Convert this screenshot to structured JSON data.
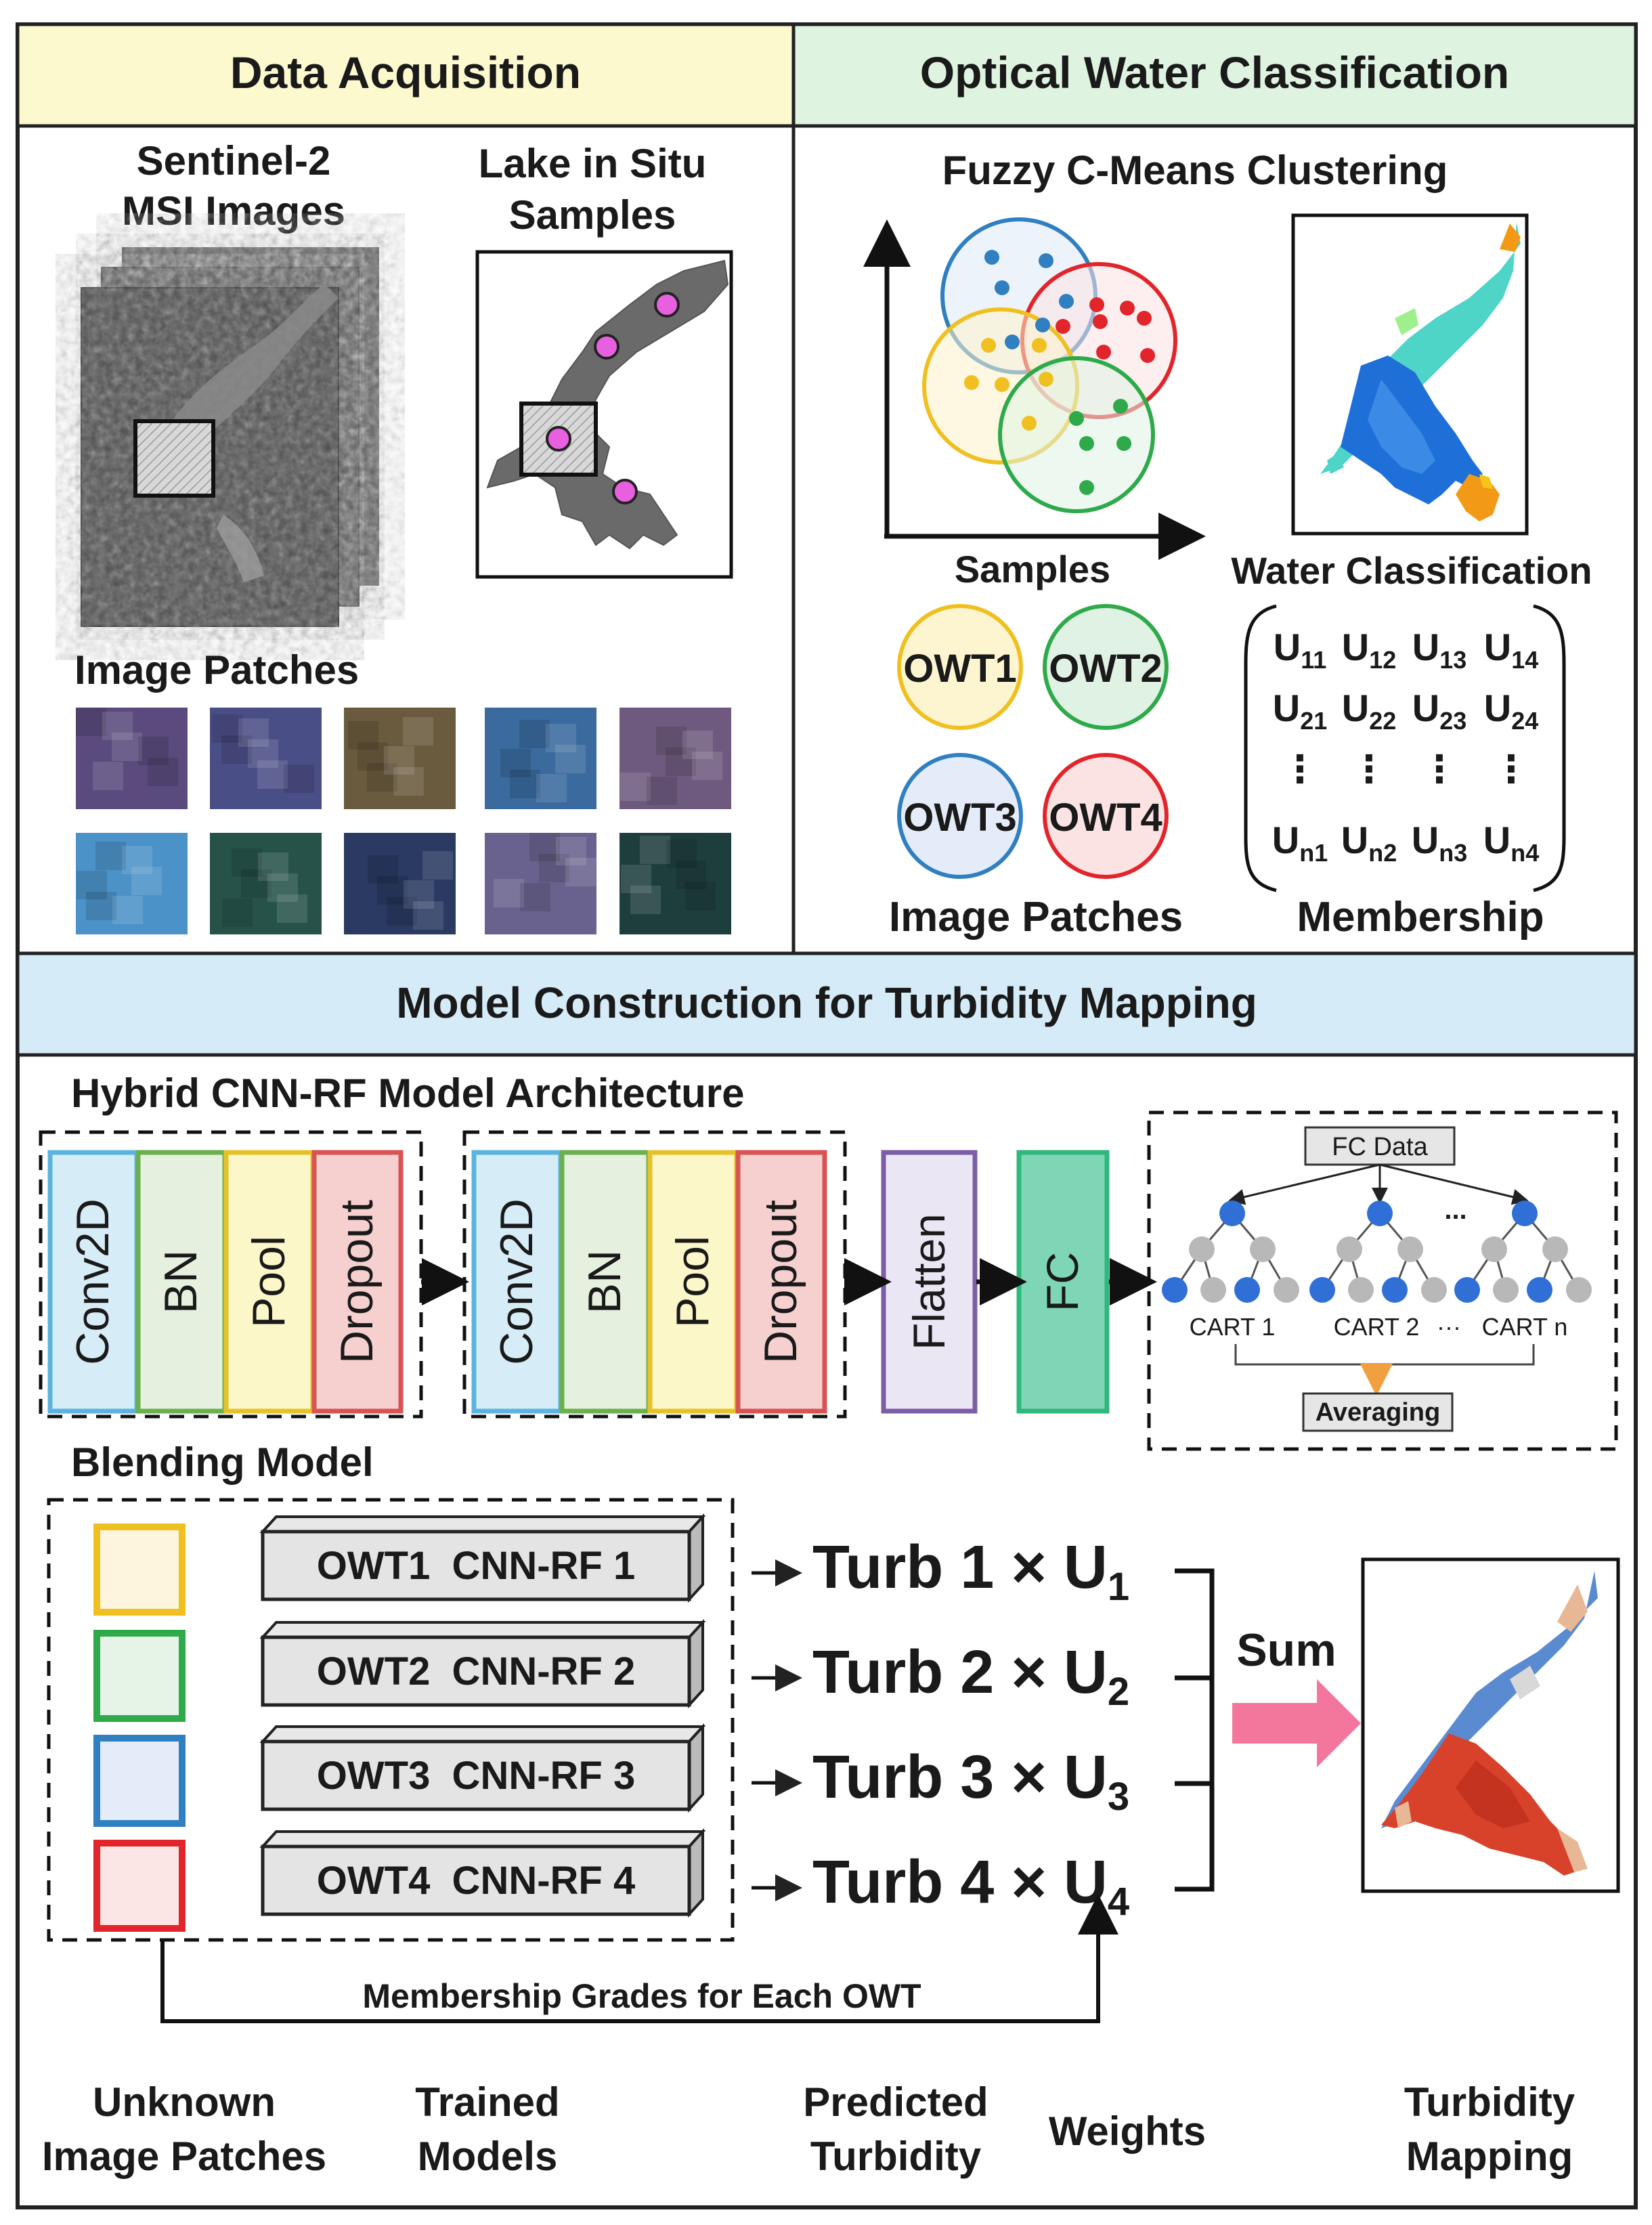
{
  "colors": {
    "header_yellow": "#fdf9cf",
    "header_green": "#dff3e1",
    "header_blue": "#d5ebf7",
    "owt1": "#f0c020",
    "owt2": "#2eaa4a",
    "owt3": "#2f7fc1",
    "owt4": "#e2252b",
    "conv2d_fill": "#d6ecf7",
    "conv2d_stroke": "#5bb4e0",
    "bn_fill": "#e5f1de",
    "bn_stroke": "#6ab04c",
    "pool_fill": "#fcf7c9",
    "pool_stroke": "#e6c229",
    "dropout_fill": "#f6cfcf",
    "dropout_stroke": "#d85454",
    "flatten_fill": "#ebe6f3",
    "flatten_stroke": "#7b5ea7",
    "fc_fill": "#7fd6b6",
    "fc_stroke": "#2fb77c",
    "node_blue": "#2f6fd6",
    "node_grey": "#b8b8b8",
    "sum_arrow": "#f3779d",
    "averaging_arrow": "#f0a040"
  },
  "headers": {
    "data_acquisition": "Data Acquisition",
    "optical_water_classification": "Optical Water Classification",
    "model_construction": "Model Construction for Turbidity Mapping"
  },
  "data_acquisition": {
    "sentinel_line1": "Sentinel-2",
    "sentinel_line2": "MSI Images",
    "lake_line1": "Lake in Situ",
    "lake_line2": "Samples",
    "image_patches": "Image Patches",
    "patch_colors": [
      [
        "#5a4a7e",
        "#4a4e86",
        "#6a5a3e",
        "#3a6a9e",
        "#6e5a7e"
      ],
      [
        "#4a92c8",
        "#26524a",
        "#2a3a62",
        "#6a628e",
        "#1e3e3e"
      ]
    ]
  },
  "owc": {
    "fcm_title": "Fuzzy C-Means Clustering",
    "samples_label": "Samples",
    "water_classification": "Water Classification",
    "owt_labels": [
      "OWT1",
      "OWT2",
      "OWT3",
      "OWT4"
    ],
    "image_patches": "Image Patches",
    "membership": "Membership",
    "matrix_rows": [
      [
        "U11",
        "U12",
        "U13",
        "U14"
      ],
      [
        "U21",
        "U22",
        "U23",
        "U24"
      ],
      [
        "⋮",
        "⋮",
        "⋮",
        "⋮"
      ],
      [
        "Un1",
        "Un2",
        "Un3",
        "Un4"
      ]
    ]
  },
  "model": {
    "hybrid_title": "Hybrid CNN-RF Model Architecture",
    "block_labels": [
      "Conv2D",
      "BN",
      "Pool",
      "Dropout"
    ],
    "flatten": "Flatten",
    "fc": "FC",
    "fc_data": "FC Data",
    "ellipsis": "...",
    "cart_labels": [
      "CART 1",
      "CART 2",
      "···",
      "CART n"
    ],
    "averaging": "Averaging",
    "blending_title": "Blending Model",
    "trained_models": [
      "OWT1  CNN-RF 1",
      "OWT2  CNN-RF 2",
      "OWT3  CNN-RF 3",
      "OWT4  CNN-RF 4"
    ],
    "turb_terms": [
      {
        "label": "Turb 1 × U",
        "sub": "1"
      },
      {
        "label": "Turb 2 × U",
        "sub": "2"
      },
      {
        "label": "Turb 3 × U",
        "sub": "3"
      },
      {
        "label": "Turb 4 × U",
        "sub": "4"
      }
    ],
    "sum": "Sum",
    "membership_grades": "Membership Grades for Each OWT"
  },
  "bottom_labels": {
    "unknown_line1": "Unknown",
    "unknown_line2": "Image Patches",
    "trained_line1": "Trained",
    "trained_line2": "Models",
    "predicted_line1": "Predicted",
    "predicted_line2": "Turbidity",
    "weights": "Weights",
    "turbidity_line1": "Turbidity",
    "turbidity_line2": "Mapping"
  }
}
